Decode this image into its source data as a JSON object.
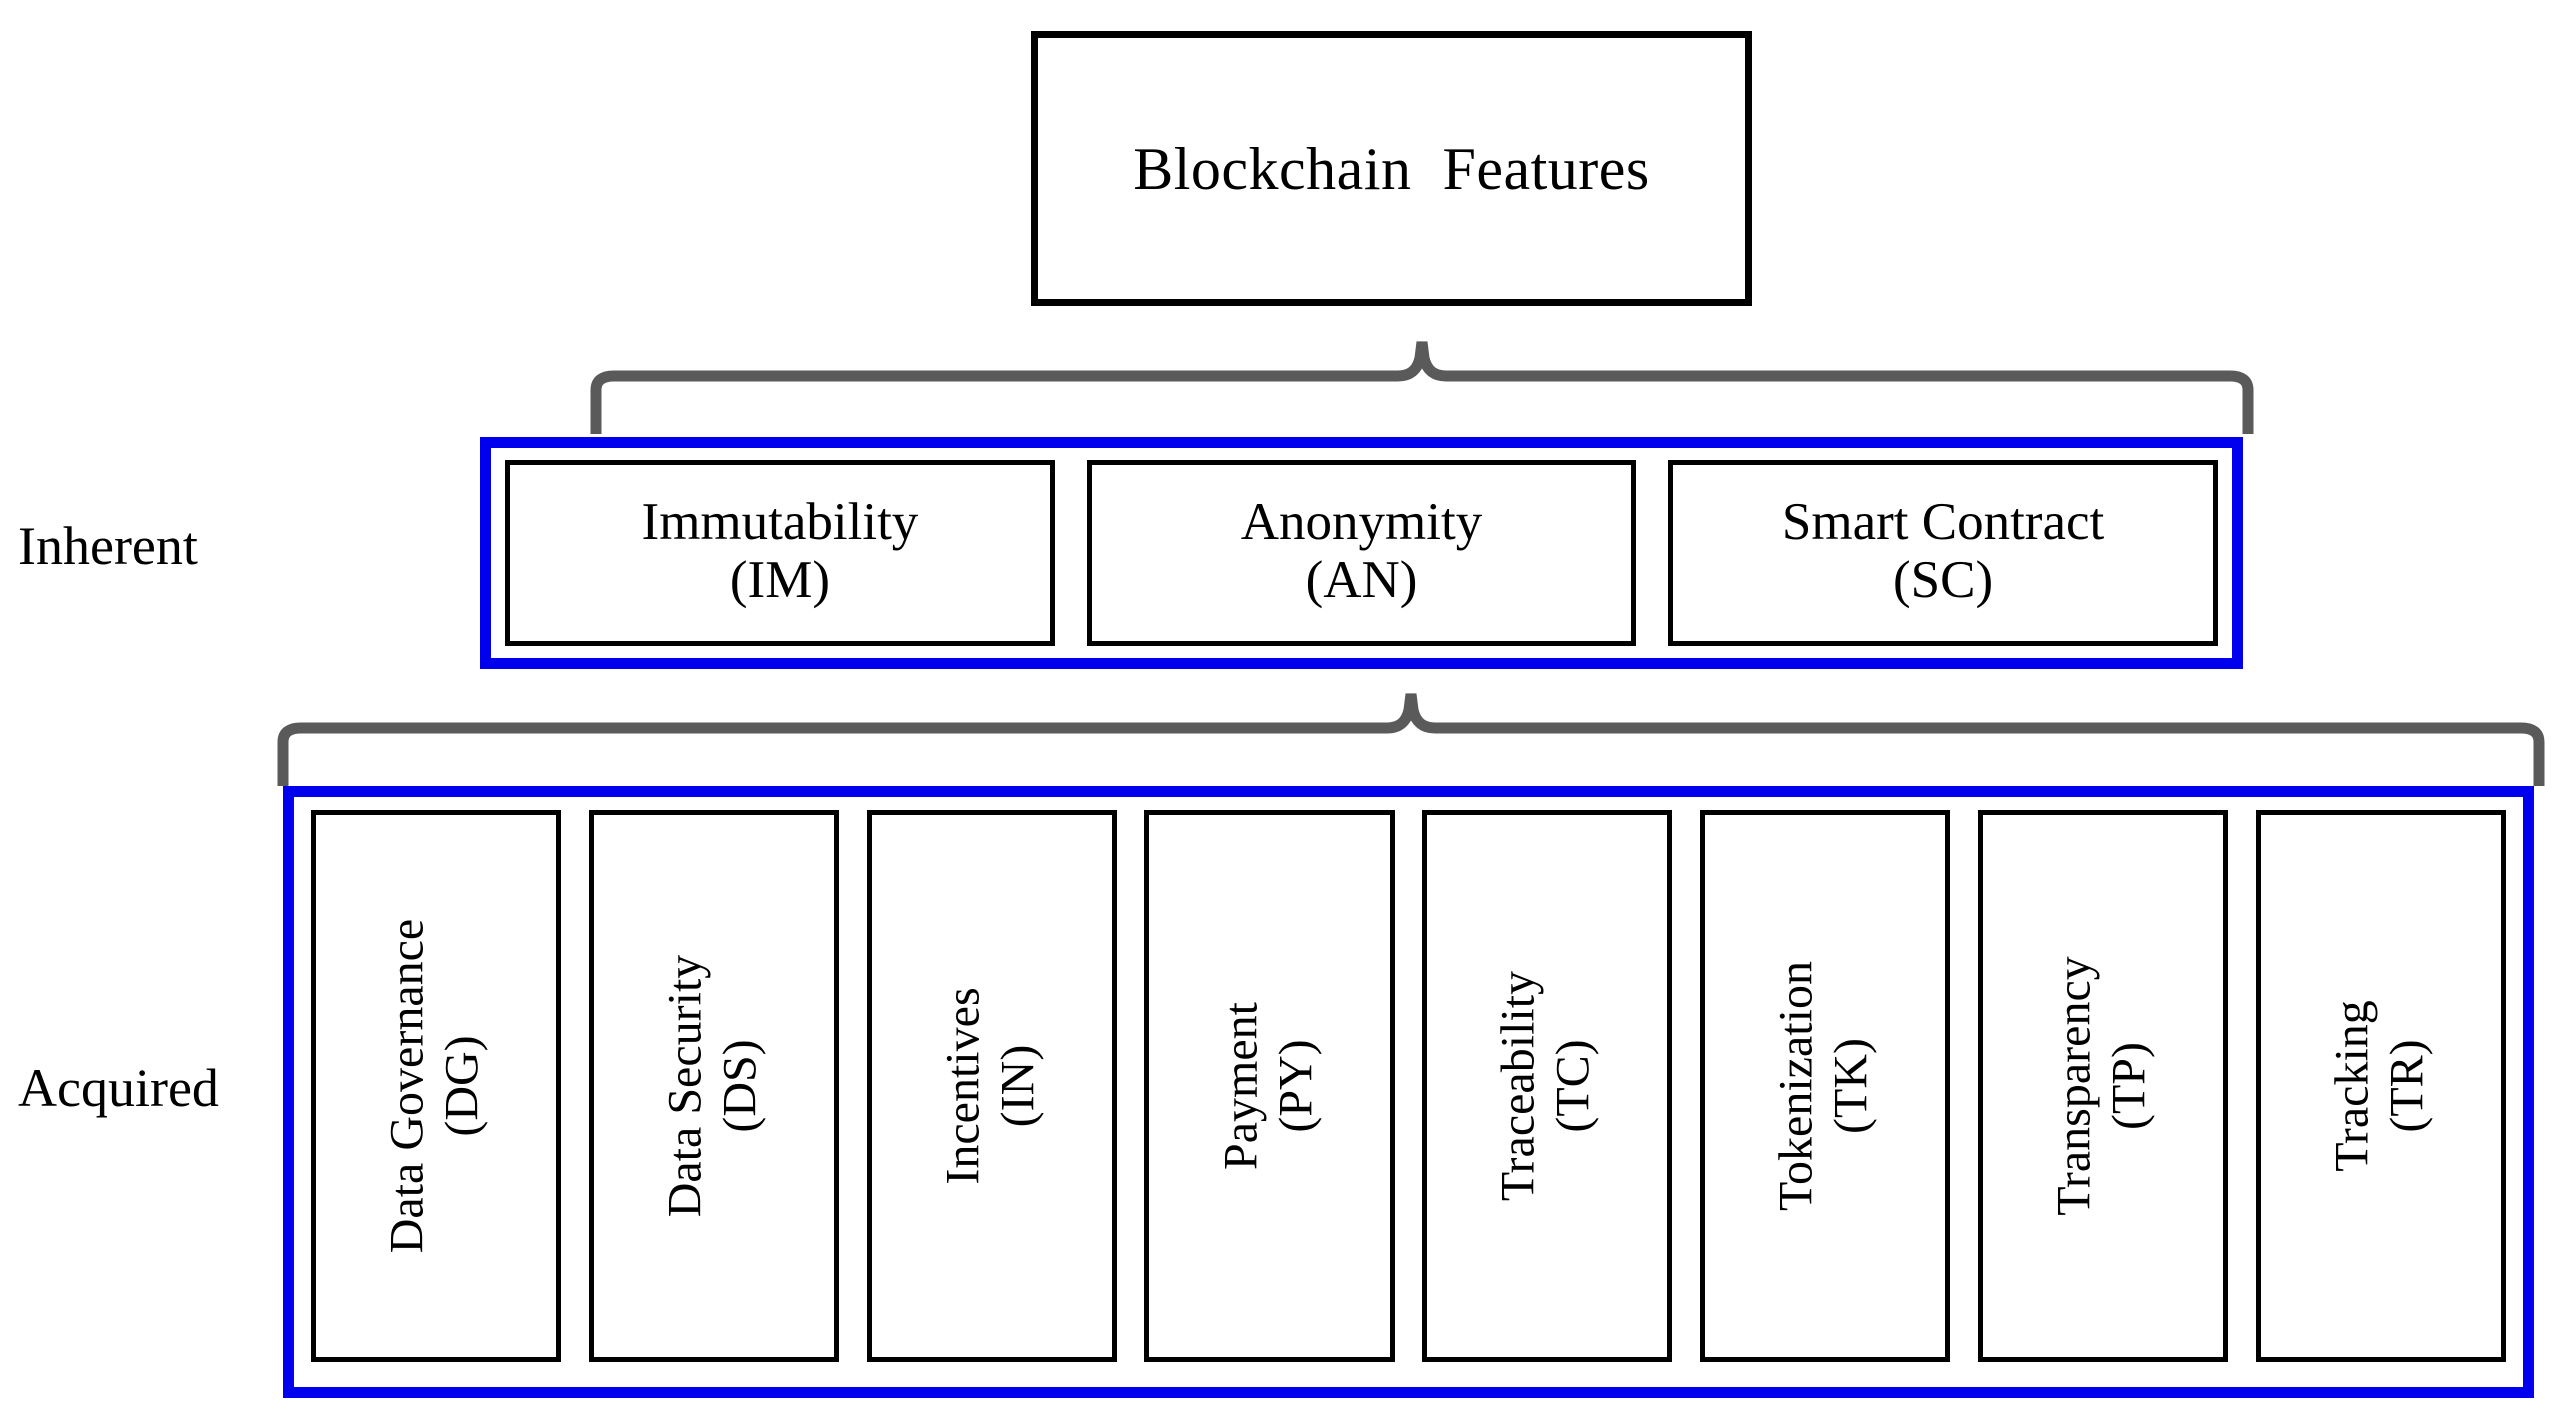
{
  "diagram": {
    "title": "Blockchain  Features",
    "root_box_label": "Blockchain  Features",
    "colors": {
      "group_border": "#0000EE",
      "box_border": "#000000",
      "brace": "#5A5A5A",
      "text": "#000000",
      "background": "#FFFFFF"
    },
    "rows": [
      {
        "label": "Inherent",
        "orientation": "horizontal",
        "items": [
          {
            "name": "Immutability",
            "abbr": "(IM)",
            "code": "IM"
          },
          {
            "name": "Anonymity",
            "abbr": "(AN)",
            "code": "AN"
          },
          {
            "name": "Smart Contract",
            "abbr": "(SC)",
            "code": "SC"
          }
        ]
      },
      {
        "label": "Acquired",
        "orientation": "vertical",
        "items": [
          {
            "name": "Data Governance",
            "abbr": "(DG)",
            "code": "DG"
          },
          {
            "name": "Data Security",
            "abbr": "(DS)",
            "code": "DS"
          },
          {
            "name": "Incentives",
            "abbr": "(IN)",
            "code": "IN"
          },
          {
            "name": "Payment",
            "abbr": "(PY)",
            "code": "PY"
          },
          {
            "name": "Traceability",
            "abbr": "(TC)",
            "code": "TC"
          },
          {
            "name": "Tokenization",
            "abbr": "(TK)",
            "code": "TK"
          },
          {
            "name": "Transparency",
            "abbr": "(TP)",
            "code": "TP"
          },
          {
            "name": "Tracking",
            "abbr": "(TR)",
            "code": "TR"
          }
        ]
      }
    ]
  }
}
